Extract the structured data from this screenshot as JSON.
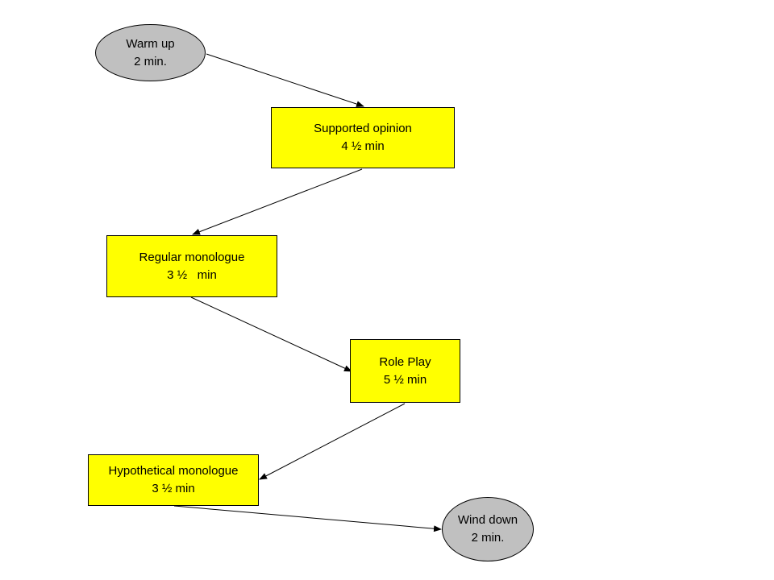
{
  "colors": {
    "process_fill": "#ffff00",
    "terminal_fill": "#c0c0c0",
    "stroke": "#000000"
  },
  "nodes": [
    {
      "id": "warmup",
      "shape": "ellipse",
      "line1": "Warm up",
      "line2": "2 min."
    },
    {
      "id": "opinion",
      "shape": "rect",
      "line1": "Supported opinion",
      "line2": "4 ½ min"
    },
    {
      "id": "regular",
      "shape": "rect",
      "line1": "Regular monologue",
      "line2": "3 ½   min"
    },
    {
      "id": "roleplay",
      "shape": "rect",
      "line1": "Role Play",
      "line2": "5 ½ min"
    },
    {
      "id": "hypo",
      "shape": "rect",
      "line1": "Hypothetical monologue",
      "line2": "3 ½ min"
    },
    {
      "id": "winddown",
      "shape": "ellipse",
      "line1": "Wind down",
      "line2": "2 min."
    }
  ],
  "edges": [
    {
      "from": "warmup",
      "to": "opinion"
    },
    {
      "from": "opinion",
      "to": "regular"
    },
    {
      "from": "regular",
      "to": "roleplay"
    },
    {
      "from": "roleplay",
      "to": "hypo"
    },
    {
      "from": "hypo",
      "to": "winddown"
    }
  ]
}
